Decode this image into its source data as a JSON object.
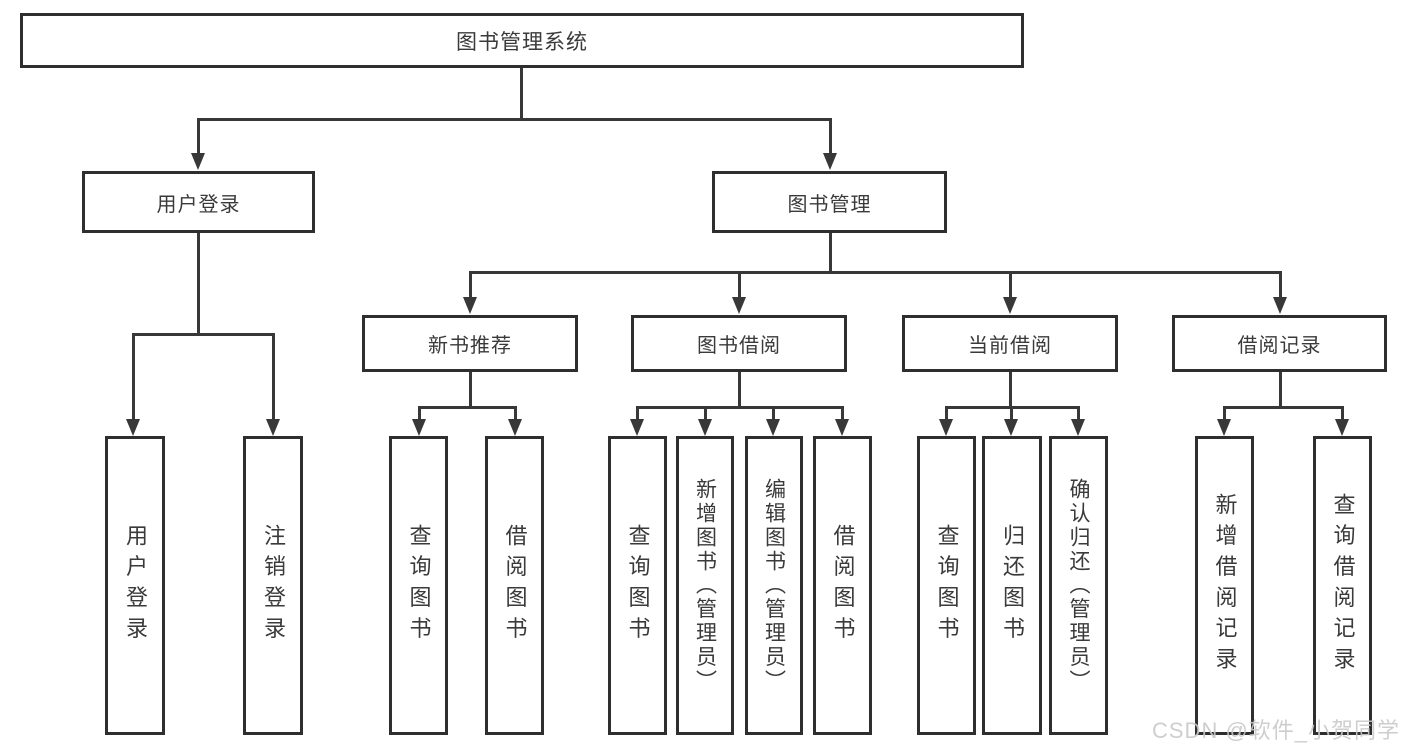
{
  "tree": {
    "root": {
      "label": "图书管理系统"
    },
    "level2": [
      {
        "label": "用户登录",
        "children": [
          {
            "label": "用户登录"
          },
          {
            "label": "注销登录"
          }
        ]
      },
      {
        "label": "图书管理",
        "children": [
          {
            "label": "新书推荐",
            "children": [
              {
                "label": "查询图书"
              },
              {
                "label": "借阅图书"
              }
            ]
          },
          {
            "label": "图书借阅",
            "children": [
              {
                "label": "查询图书"
              },
              {
                "label": "新增图书（管理员）"
              },
              {
                "label": "编辑图书（管理员）"
              },
              {
                "label": "借阅图书"
              }
            ]
          },
          {
            "label": "当前借阅",
            "children": [
              {
                "label": "查询图书"
              },
              {
                "label": "归还图书"
              },
              {
                "label": "确认归还（管理员）"
              }
            ]
          },
          {
            "label": "借阅记录",
            "children": [
              {
                "label": "新增借阅记录"
              },
              {
                "label": "查询借阅记录"
              }
            ]
          }
        ]
      }
    ]
  },
  "watermark": {
    "text": "CSDN @软件_小贺同学"
  },
  "colors": {
    "background": "#ffffff",
    "box_border": "#2e2e2e",
    "line": "#383838",
    "text": "#3a3a3a",
    "watermark": "#c9c9c9"
  }
}
